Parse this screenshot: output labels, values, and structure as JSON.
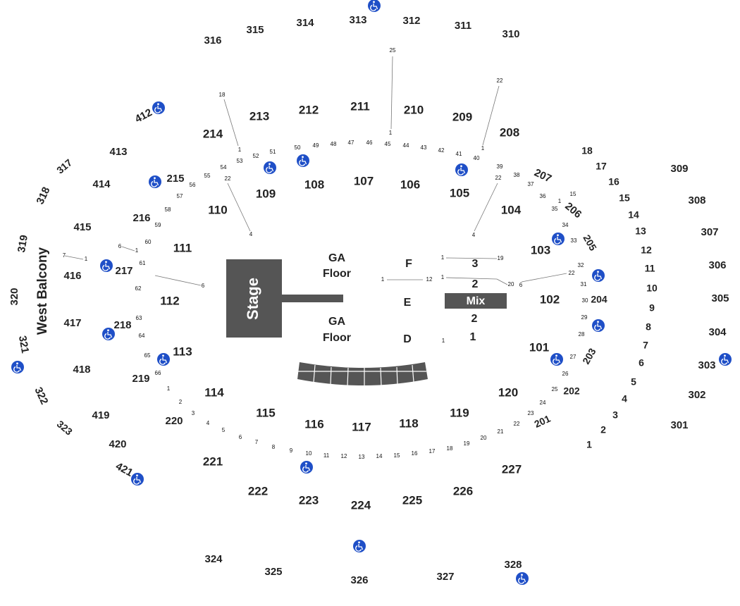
{
  "venue": {
    "stage_label": "Stage",
    "mix_label": "Mix",
    "balcony_label": "West Balcony",
    "floor_labels": [
      {
        "id": "ga-upper",
        "line1": "GA",
        "line2": "Floor"
      },
      {
        "id": "ga-lower",
        "line1": "GA",
        "line2": "Floor"
      }
    ],
    "floor_rows": [
      "F",
      "E",
      "D"
    ],
    "floor_numbers": [
      "3",
      "2",
      "2",
      "1"
    ]
  },
  "sections": {
    "s316": "316",
    "s315": "315",
    "s314": "314",
    "s313": "313",
    "s312": "312",
    "s311": "311",
    "s310": "310",
    "s309": "309",
    "s308": "308",
    "s307": "307",
    "s306": "306",
    "s305": "305",
    "s304": "304",
    "s303": "303",
    "s302": "302",
    "s301": "301",
    "s317": "317",
    "s318": "318",
    "s319": "319",
    "s320": "320",
    "s321": "321",
    "s322": "322",
    "s323": "323",
    "s324": "324",
    "s325": "325",
    "s326": "326",
    "s327": "327",
    "s328": "328",
    "s412": "412",
    "s413": "413",
    "s414": "414",
    "s415": "415",
    "s416": "416",
    "s417": "417",
    "s418": "418",
    "s419": "419",
    "s420": "420",
    "s421": "421",
    "s213": "213",
    "s212": "212",
    "s211": "211",
    "s210": "210",
    "s209": "209",
    "s208": "208",
    "s214": "214",
    "s215": "215",
    "s216": "216",
    "s217": "217",
    "s218": "218",
    "s219": "219",
    "s220": "220",
    "s221": "221",
    "s222": "222",
    "s223": "223",
    "s224": "224",
    "s225": "225",
    "s226": "226",
    "s227": "227",
    "s207": "207",
    "s206": "206",
    "s205": "205",
    "s204": "204",
    "s203": "203",
    "s202": "202",
    "s201": "201",
    "s109": "109",
    "s108": "108",
    "s107": "107",
    "s106": "106",
    "s105": "105",
    "s104": "104",
    "s103": "103",
    "s102": "102",
    "s101": "101",
    "s110": "110",
    "s111": "111",
    "s112": "112",
    "s113": "113",
    "s114": "114",
    "s115": "115",
    "s116": "116",
    "s117": "117",
    "s118": "118",
    "s119": "119",
    "s120": "120",
    "e18": "18",
    "e17": "17",
    "e16": "16",
    "e15": "15",
    "e14": "14",
    "e13": "13",
    "e12": "12",
    "e11": "11",
    "e10": "10",
    "e9": "9",
    "e8": "8",
    "e7": "7",
    "e6": "6",
    "e5": "5",
    "e4": "4",
    "e3": "3",
    "e2": "2",
    "e1": "1"
  },
  "rows": {
    "r_top": [
      "50",
      "49",
      "48",
      "47",
      "46",
      "45",
      "44",
      "43",
      "42",
      "41",
      "40",
      "39",
      "38",
      "37",
      "36",
      "35",
      "34",
      "33",
      "32",
      "31",
      "30",
      "29",
      "28",
      "27",
      "26",
      "25",
      "24",
      "23",
      "22",
      "21",
      "20",
      "19",
      "18",
      "17",
      "16",
      "15",
      "14",
      "13",
      "12",
      "11",
      "10",
      "9",
      "8",
      "7",
      "6",
      "5",
      "4",
      "3",
      "2",
      "1"
    ],
    "r_left": [
      "51",
      "52",
      "53",
      "54",
      "55",
      "56",
      "57",
      "58",
      "59",
      "60",
      "61",
      "62",
      "63",
      "64",
      "65",
      "66"
    ],
    "r_misc": [
      "25",
      "1",
      "22",
      "1",
      "18",
      "1",
      "22",
      "4",
      "4",
      "22",
      "6",
      "7",
      "1",
      "6",
      "1",
      "1",
      "12",
      "1",
      "19",
      "1",
      "20",
      "6",
      "22",
      "1",
      "15",
      "1"
    ]
  },
  "accessibility": {
    "icon": "wheelchair-icon",
    "color": "#1f4fc7"
  }
}
